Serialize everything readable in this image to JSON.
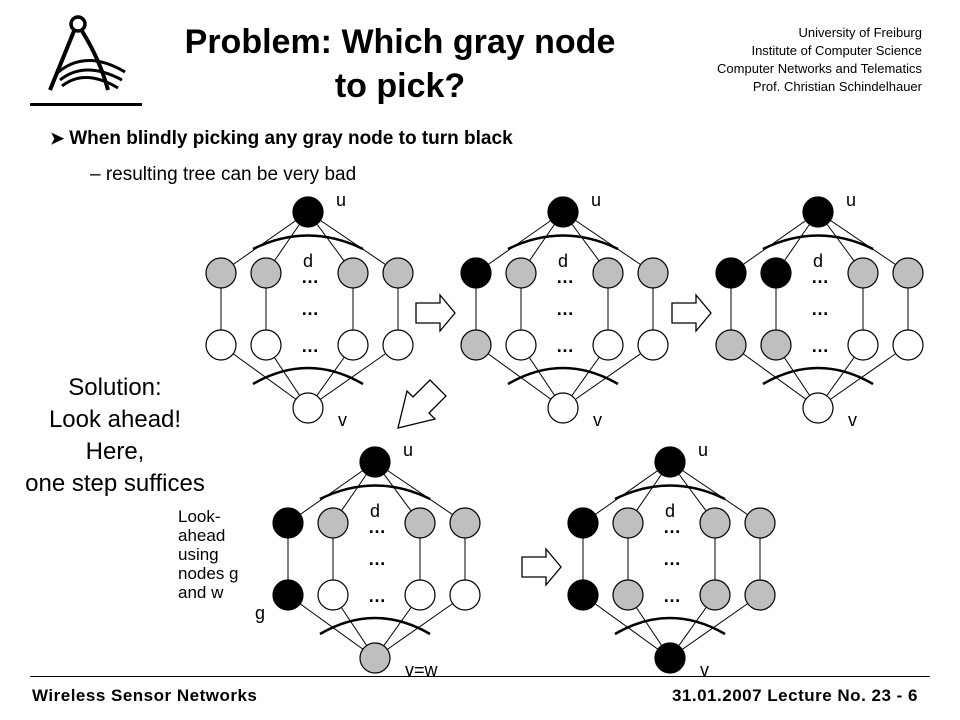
{
  "header": {
    "title_lines": [
      "Problem: Which gray node",
      "to pick?"
    ],
    "affiliation": [
      "University of Freiburg",
      "Institute of Computer Science",
      "Computer Networks and Telematics",
      "Prof. Christian Schindelhauer"
    ]
  },
  "content": {
    "bullet": "When blindly picking any gray node to turn black",
    "subbullet": "– resulting tree can be very bad",
    "solution": [
      "Solution:",
      "Look ahead!",
      "Here,",
      "one step suffices"
    ],
    "lookahead_note": [
      "Look-",
      "ahead",
      "using",
      "nodes g",
      "and w"
    ]
  },
  "diagram": {
    "label_u": "u",
    "label_d": "d",
    "label_v": "v",
    "label_vw": "v=w",
    "label_g": "g",
    "ellipsis": "…",
    "colors": {
      "black": "#000000",
      "gray": "#bfbfbf",
      "white": "#ffffff"
    },
    "graphs": [
      {
        "name": "graph-1",
        "u": "black",
        "mid": [
          "gray",
          "gray",
          "gray",
          "gray"
        ],
        "low": [
          "white",
          "white",
          "white",
          "white"
        ],
        "v": "white",
        "v_label": "v"
      },
      {
        "name": "graph-2",
        "u": "black",
        "mid": [
          "black",
          "gray",
          "gray",
          "gray"
        ],
        "low": [
          "gray",
          "white",
          "white",
          "white"
        ],
        "v": "white",
        "v_label": "v"
      },
      {
        "name": "graph-3",
        "u": "black",
        "mid": [
          "black",
          "black",
          "gray",
          "gray"
        ],
        "low": [
          "gray",
          "gray",
          "white",
          "white"
        ],
        "v": "white",
        "v_label": "v"
      },
      {
        "name": "graph-4",
        "u": "black",
        "mid": [
          "black",
          "gray",
          "gray",
          "gray"
        ],
        "low": [
          "black",
          "white",
          "white",
          "white"
        ],
        "v": "gray",
        "v_label": "v=w",
        "g_label": true
      },
      {
        "name": "graph-5",
        "u": "black",
        "mid": [
          "black",
          "gray",
          "gray",
          "gray"
        ],
        "low": [
          "black",
          "gray",
          "gray",
          "gray"
        ],
        "v": "black",
        "v_label": "v"
      }
    ]
  },
  "footer": {
    "left": "Wireless Sensor Networks",
    "right": "31.01.2007  Lecture No. 23 - 6"
  }
}
